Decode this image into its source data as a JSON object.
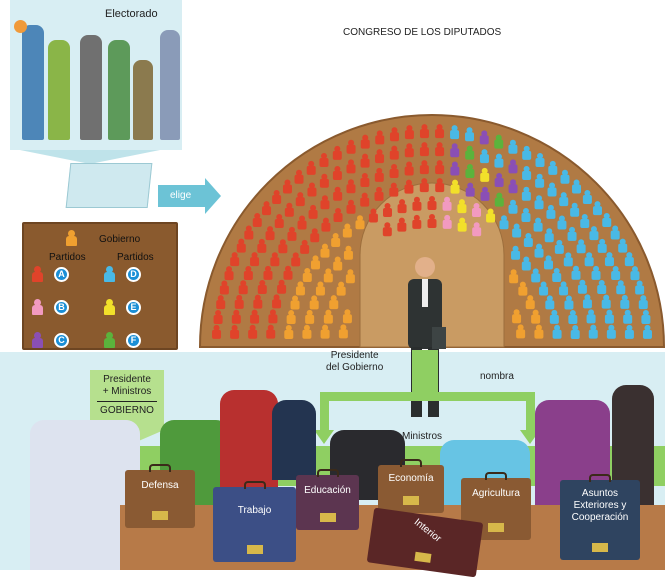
{
  "electorate": {
    "title": "Electorado"
  },
  "elige_label": "elige",
  "legend": {
    "gobierno_label": "Gobierno",
    "partidos_left": "Partidos",
    "partidos_right": "Partidos",
    "parties": [
      {
        "letter": "A",
        "color": "#e0432a"
      },
      {
        "letter": "B",
        "color": "#f29ac0"
      },
      {
        "letter": "C",
        "color": "#8a4fb5"
      },
      {
        "letter": "D",
        "color": "#49b9e6"
      },
      {
        "letter": "E",
        "color": "#f2e02a"
      },
      {
        "letter": "F",
        "color": "#5bb33c"
      }
    ],
    "gobierno_color": "#f0a030"
  },
  "congress": {
    "title": "CONGRESO DE LOS DIPUTADOS"
  },
  "president_label_1": "Presidente",
  "president_label_2": "del Gobierno",
  "nombra_label": "nombra",
  "ministros_label": "Ministros",
  "government": {
    "line1": "Presidente",
    "line2": "+ Ministros",
    "line3": "GOBIERNO"
  },
  "briefcases": [
    {
      "label": "Defensa",
      "color": "#8a5a33"
    },
    {
      "label": "Trabajo",
      "color": "#3c4f86"
    },
    {
      "label": "Educación",
      "color": "#5c3550"
    },
    {
      "label": "Economía",
      "color": "#8a5a33"
    },
    {
      "label": "Agricultura",
      "color": "#8a5a33"
    },
    {
      "label": "Asuntos Exteriores y Cooperación",
      "color": "#2f4460"
    },
    {
      "label": "Interior",
      "color": "#5a2626"
    }
  ]
}
